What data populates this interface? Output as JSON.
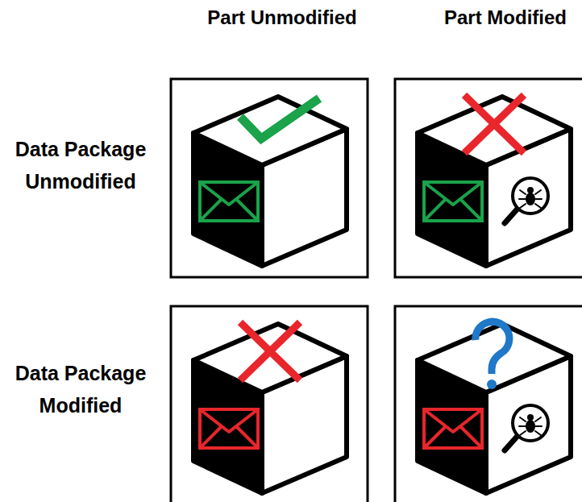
{
  "diagram": {
    "labels": [
      "Part Unmodified",
      "Part Modified",
      "Data Package Unmodified",
      "Data Package Modified"
    ]
  }
}
